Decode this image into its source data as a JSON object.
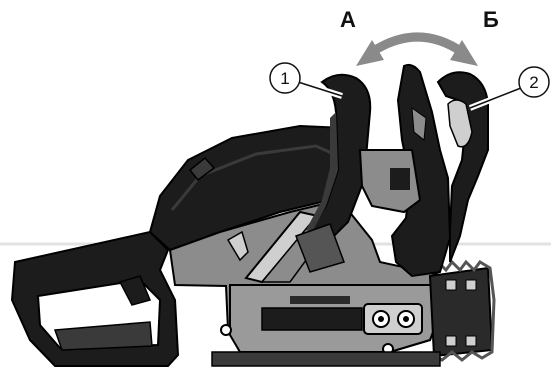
{
  "figure": {
    "position_labels": {
      "a": "А",
      "b": "Б"
    },
    "callouts": [
      {
        "number": "1"
      },
      {
        "number": "2"
      }
    ],
    "colors": {
      "body_dark": "#1c1c1c",
      "body_mid": "#3a3a3a",
      "body_light": "#8c8c8c",
      "outline": "#000000",
      "arrow_gray": "#8a8a8a",
      "background": "#ffffff"
    }
  }
}
